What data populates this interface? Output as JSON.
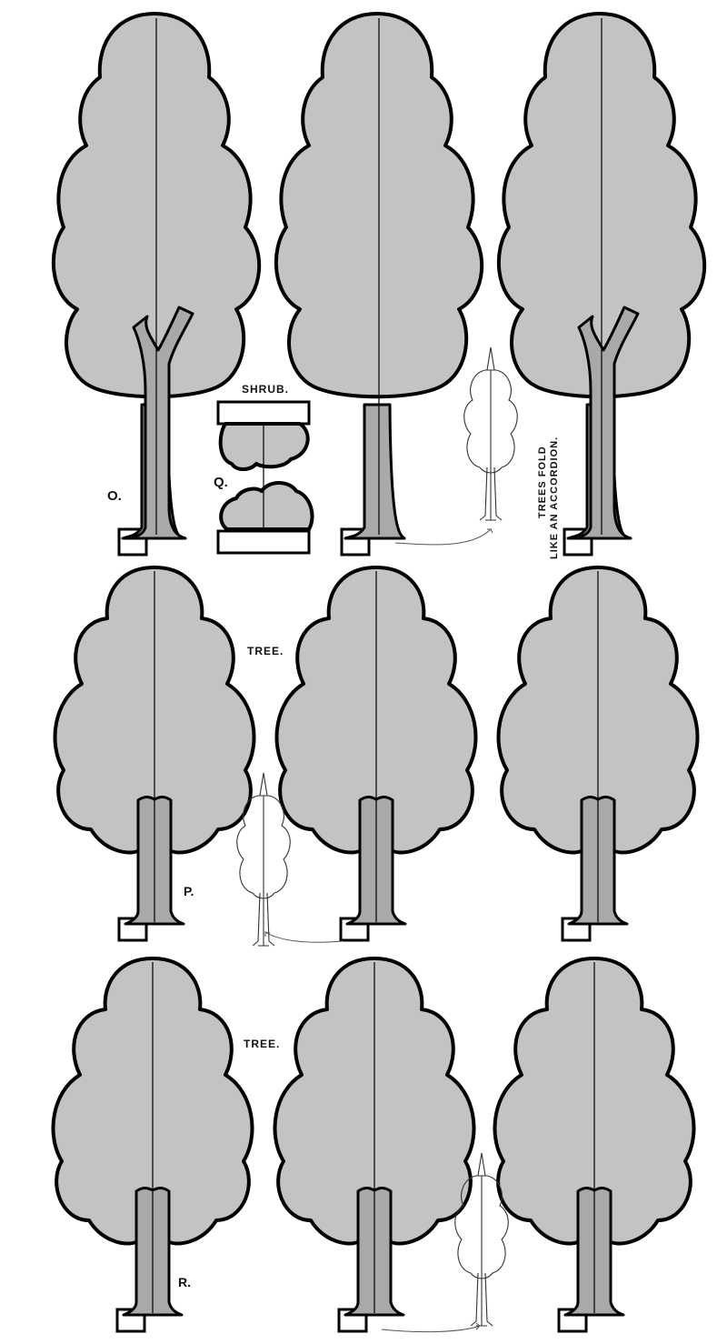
{
  "labels": {
    "o": "O.",
    "p": "P.",
    "q": "Q.",
    "r": "R.",
    "shrub": "SHRUB.",
    "tree_row2": "TREE.",
    "tree_row3": "TREE.",
    "note_line1": "TREES FOLD",
    "note_line2": "LIKE AN ACCORDION."
  },
  "colors": {
    "canopy": "#c3c3c3",
    "trunk": "#a9a9a9",
    "outline": "#000000"
  },
  "rows": [
    {
      "id": "O",
      "style": "tall-forked",
      "count": 3
    },
    {
      "id": "P",
      "style": "round",
      "count": 3
    },
    {
      "id": "R",
      "style": "round",
      "count": 3
    }
  ],
  "shrub_id": "Q",
  "folded_example_icons": 3
}
